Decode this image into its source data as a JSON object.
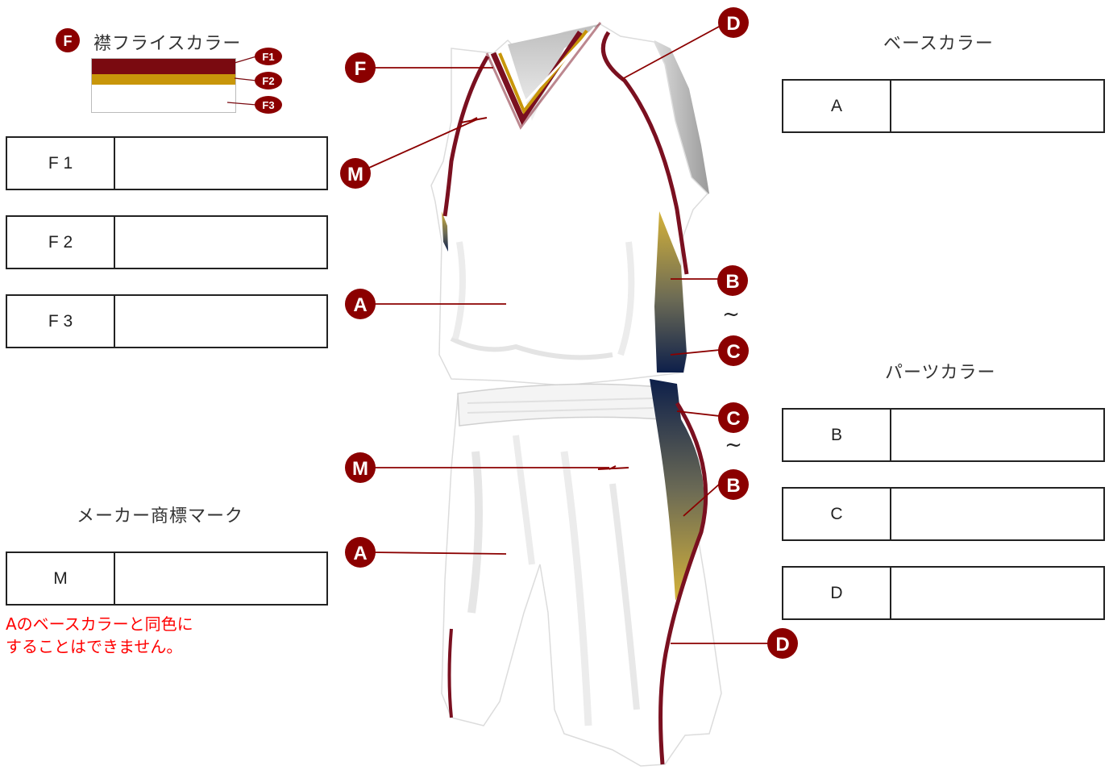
{
  "collar_legend": {
    "icon_letter": "F",
    "title": "襟フライスカラー",
    "stripes": [
      {
        "tag": "F1",
        "color": "#7a0a10"
      },
      {
        "tag": "F2",
        "color": "#c8960a"
      },
      {
        "tag": "F3",
        "color": "#ffffff"
      }
    ]
  },
  "left_rows": [
    {
      "label": "F 1",
      "value": ""
    },
    {
      "label": "F 2",
      "value": ""
    },
    {
      "label": "F 3",
      "value": ""
    }
  ],
  "maker_mark": {
    "title": "メーカー商標マーク",
    "row": {
      "label": "M",
      "value": ""
    },
    "note_line1": "Aのベースカラーと同色に",
    "note_line2": "することはできません。"
  },
  "base_color": {
    "title": "ベースカラー",
    "row": {
      "label": "A",
      "value": ""
    }
  },
  "parts_color": {
    "title": "パーツカラー",
    "rows": [
      {
        "label": "B",
        "value": ""
      },
      {
        "label": "C",
        "value": ""
      },
      {
        "label": "D",
        "value": ""
      }
    ]
  },
  "callouts": {
    "F": "F",
    "M_top": "M",
    "A_top": "A",
    "D_top": "D",
    "B_top": "B",
    "C_top": "C",
    "C_bottom": "C",
    "B_bottom": "B",
    "M_bottom": "M",
    "A_bottom": "A",
    "D_bottom": "D",
    "tilde": "~"
  },
  "colors": {
    "callout": "#8b0000",
    "trim_maroon": "#7a1020",
    "trim_gold": "#c8960a",
    "navy": "#0d1f4a",
    "gold_panel": "#d4b23a",
    "note_red": "#ff0000"
  }
}
